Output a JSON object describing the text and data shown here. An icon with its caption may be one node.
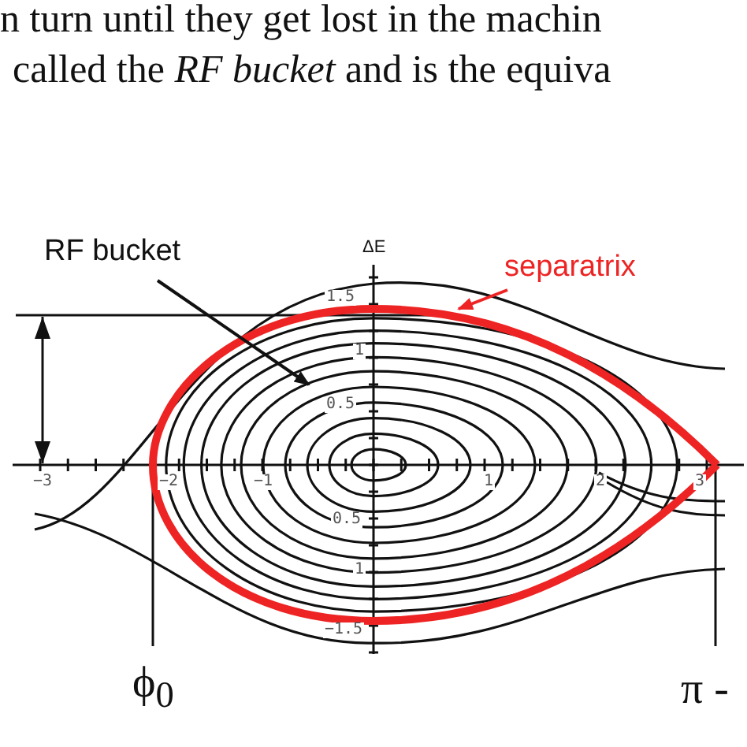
{
  "diagram": {
    "nodes": [
      {
        "text": [
          "RF bucket"
        ]
      },
      {
        "text": [
          "separatrix"
        ]
      },
      {
        "text": [],
        "shape": "curve"
      }
    ],
    "edges": [
      {
        "from": 0,
        "to": 2,
        "arrow": "to"
      },
      {
        "from": 1,
        "to": 2,
        "arrow": "to",
        "color": "#ee2424"
      }
    ],
    "labels": [
      "n turn until they get lost in the machin",
      "called the *RF bucket* and is the equiva",
      "ΔE",
      "1.5",
      "1",
      "0.5",
      "−3",
      "−2",
      "−1",
      "1",
      "2",
      "3",
      "0.5",
      "1",
      "−1.5",
      "ϕ$_{0}$",
      "π -"
    ]
  }
}
